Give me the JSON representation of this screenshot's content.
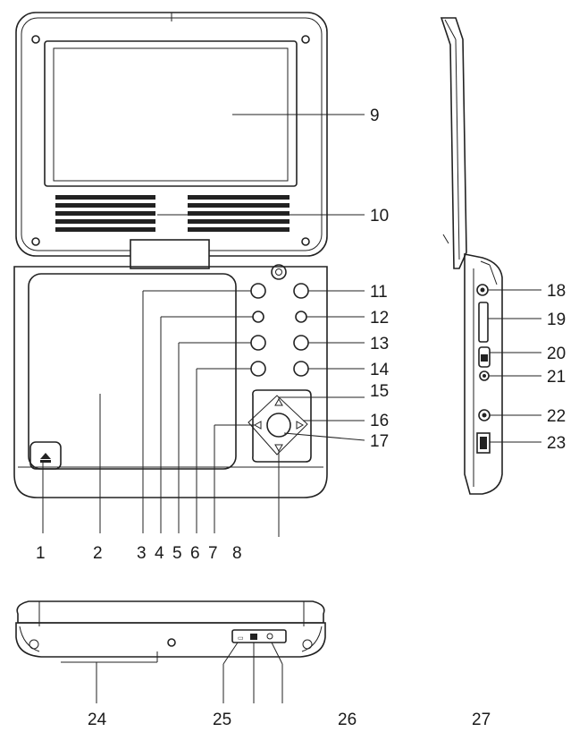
{
  "callouts": {
    "c1": "1",
    "c2": "2",
    "c3": "3",
    "c4": "4",
    "c5": "5",
    "c6": "6",
    "c7": "7",
    "c8": "8",
    "c9": "9",
    "c10": "10",
    "c11": "11",
    "c12": "12",
    "c13": "13",
    "c14": "14",
    "c15": "15",
    "c16": "16",
    "c17": "17",
    "c18": "18",
    "c19": "19",
    "c20": "20",
    "c21": "21",
    "c22": "22",
    "c23": "23",
    "c24": "24",
    "c25": "25",
    "c26": "26",
    "c27": "27"
  },
  "colors": {
    "line": "#222222",
    "background": "#ffffff"
  },
  "icons": {
    "power": "power-icon",
    "open": "open-icon",
    "arrows": [
      "arrow-up-icon",
      "arrow-down-icon",
      "arrow-left-icon",
      "arrow-right-icon"
    ]
  }
}
